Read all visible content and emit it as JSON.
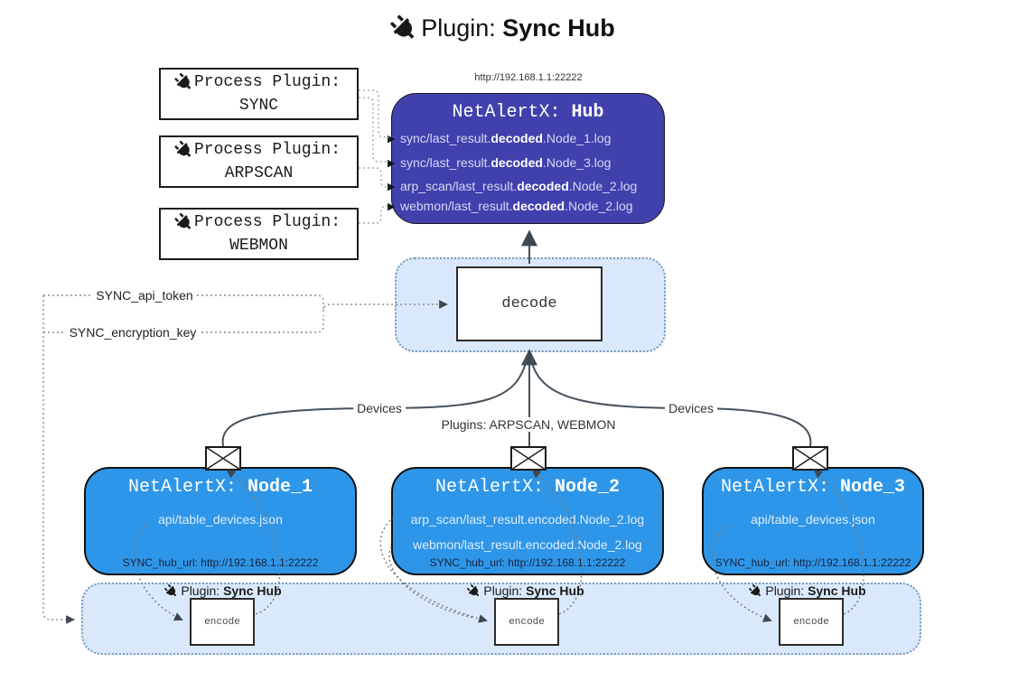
{
  "title": {
    "prefix": "Plugin: ",
    "bold": "Sync Hub"
  },
  "hub": {
    "url_label": "http://192.168.1.1:22222",
    "title_prefix": "NetAlertX: ",
    "title_bold": "Hub",
    "logs": [
      {
        "prefix": "sync/last_result.",
        "bold": "decoded",
        "suffix": ".Node_1.log"
      },
      {
        "prefix": "sync/last_result.",
        "bold": "decoded",
        "suffix": ".Node_3.log"
      },
      {
        "prefix": "arp_scan/last_result.",
        "bold": "decoded",
        "suffix": ".Node_2.log"
      },
      {
        "prefix": "webmon/last_result.",
        "bold": "decoded",
        "suffix": ".Node_2.log"
      }
    ]
  },
  "process_plugins": [
    {
      "label": "Process Plugin:",
      "name": "SYNC"
    },
    {
      "label": "Process Plugin:",
      "name": "ARPSCAN"
    },
    {
      "label": "Process Plugin:",
      "name": "WEBMON"
    }
  ],
  "decode": {
    "label": "decode"
  },
  "encode": {
    "label": "encode"
  },
  "tokens": {
    "api_token": "SYNC_api_token",
    "encryption_key": "SYNC_encryption_key"
  },
  "edges": {
    "devices_left": "Devices",
    "devices_right": "Devices",
    "plugins_center": "Plugins: ARPSCAN, WEBMON"
  },
  "nodes": [
    {
      "title_prefix": "NetAlertX: ",
      "title_bold": "Node_1",
      "lines": [
        "api/table_devices.json"
      ],
      "hub_url": "SYNC_hub_url: http://192.168.1.1:22222"
    },
    {
      "title_prefix": "NetAlertX: ",
      "title_bold": "Node_2",
      "lines": [
        "arp_scan/last_result.encoded.Node_2.log",
        "webmon/last_result.encoded.Node_2.log"
      ],
      "hub_url": "SYNC_hub_url: http://192.168.1.1:22222"
    },
    {
      "title_prefix": "NetAlertX: ",
      "title_bold": "Node_3",
      "lines": [
        "api/table_devices.json"
      ],
      "hub_url": "SYNC_hub_url: http://192.168.1.1:22222"
    }
  ],
  "sync_hub_label": {
    "prefix": "Plugin: ",
    "bold": "Sync Hub"
  },
  "colors": {
    "hub_fill": "#4141ae",
    "node_fill": "#2e96e8",
    "band_fill": "#d9e9fb",
    "band_border": "#7d9abd",
    "arrow": "#3d4852"
  }
}
